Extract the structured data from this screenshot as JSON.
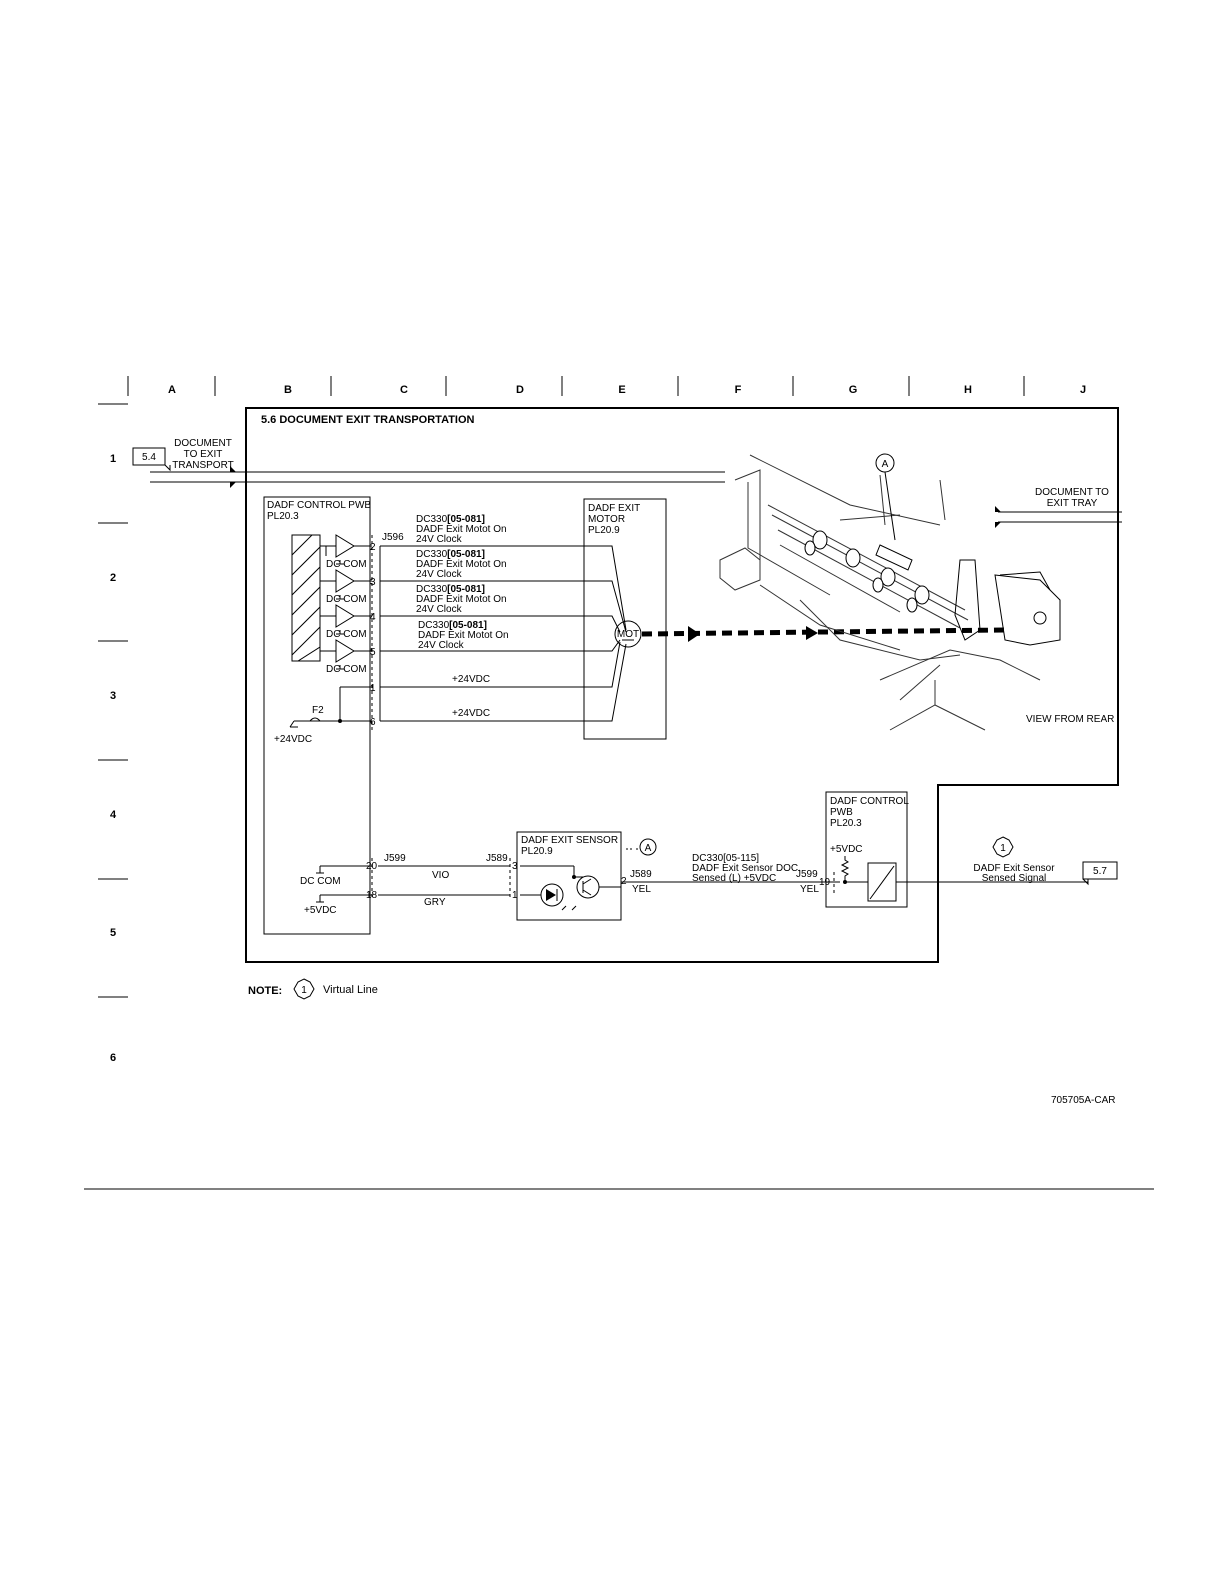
{
  "grid": {
    "columns": [
      "A",
      "B",
      "C",
      "D",
      "E",
      "F",
      "G",
      "H",
      "J"
    ],
    "rows": [
      "1",
      "2",
      "3",
      "4",
      "5",
      "6"
    ]
  },
  "diagram": {
    "title": "5.6 DOCUMENT EXIT TRANSPORTATION",
    "ref_in": "5.4",
    "doc_in_label": [
      "DOCUMENT",
      "TO EXIT",
      "TRANSPORT"
    ],
    "doc_out_label": [
      "DOCUMENT TO",
      "EXIT TRAY"
    ],
    "pwb_left": [
      "DADF CONTROL PWB",
      "PL20.3"
    ],
    "connector_left": "J596",
    "pins_left": [
      "2",
      "3",
      "4",
      "5",
      "1",
      "6"
    ],
    "dc_com": "DC COM",
    "fuse": "F2",
    "v24_source": "+24VDC",
    "signals": [
      {
        "code": "DC330",
        "ref": "[05-081]",
        "lines": [
          "DADF Exit Motot On",
          "24V Clock"
        ]
      },
      {
        "code": "DC330",
        "ref": "[05-081]",
        "lines": [
          "DADF Exit Motot On",
          "24V Clock"
        ]
      },
      {
        "code": "DC330",
        "ref": "[05-081]",
        "lines": [
          "DADF Exit Motot On",
          "24V Clock"
        ]
      },
      {
        "code": "DC330",
        "ref": "[05-081]",
        "lines": [
          "DADF Exit Motot On",
          "24V Clock"
        ]
      }
    ],
    "v24_lines": [
      "+24VDC",
      "+24VDC"
    ],
    "motor_box": [
      "DADF EXIT",
      "MOTOR",
      "PL20.9"
    ],
    "motor_symbol": "MOT",
    "callout_a": "A",
    "view_label": "VIEW FROM REAR",
    "sensor_section": {
      "j599": "J599",
      "j589": "J589",
      "pin20": "20",
      "pin18": "18",
      "pin3": "3",
      "pin1": "1",
      "pin2": "2",
      "vio": "VIO",
      "gry": "GRY",
      "dc_com": "DC COM",
      "v5": "+5VDC",
      "sensor_box": [
        "DADF EXIT SENSOR",
        "PL20.9"
      ],
      "signal": [
        "DC330[05-115]",
        "DADF Exit Sensor DOC.",
        "Sensed (L) +5VDC"
      ],
      "j589_out": "J589",
      "yel": "YEL",
      "j599_in": "J599",
      "yel_in": "YEL",
      "pin19": "19",
      "pwb_right": [
        "DADF CONTROL",
        "PWB",
        "PL20.3"
      ],
      "pwb_right_v5": "+5VDC",
      "virtual_num": "1",
      "out_signal": [
        "DADF Exit Sensor",
        "Sensed Signal"
      ],
      "ref_out": "5.7"
    },
    "note_label": "NOTE:",
    "note_num": "1",
    "note_text": "Virtual Line",
    "figure_id": "705705A-CAR"
  }
}
